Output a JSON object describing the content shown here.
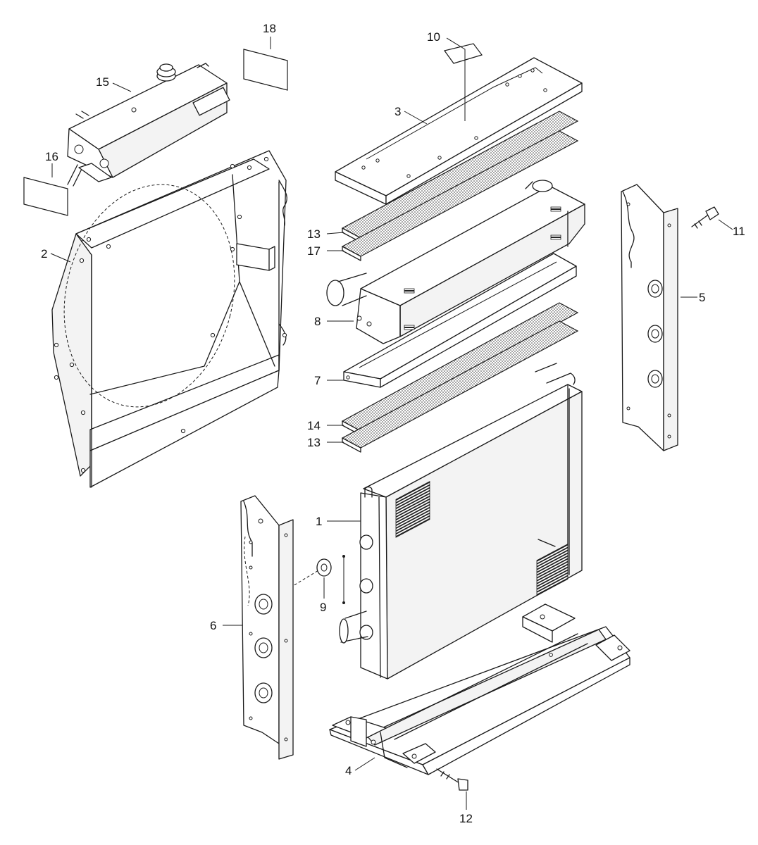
{
  "callouts": [
    {
      "id": "c1",
      "text": "1"
    },
    {
      "id": "c2",
      "text": "2"
    },
    {
      "id": "c3",
      "text": "3"
    },
    {
      "id": "c4",
      "text": "4"
    },
    {
      "id": "c5",
      "text": "5"
    },
    {
      "id": "c6",
      "text": "6"
    },
    {
      "id": "c7",
      "text": "7"
    },
    {
      "id": "c8",
      "text": "8"
    },
    {
      "id": "c9",
      "text": "9"
    },
    {
      "id": "c10",
      "text": "10"
    },
    {
      "id": "c11",
      "text": "11"
    },
    {
      "id": "c12",
      "text": "12"
    },
    {
      "id": "c13a",
      "text": "13"
    },
    {
      "id": "c13b",
      "text": "13"
    },
    {
      "id": "c14",
      "text": "14"
    },
    {
      "id": "c15",
      "text": "15"
    },
    {
      "id": "c16",
      "text": "16"
    },
    {
      "id": "c17",
      "text": "17"
    },
    {
      "id": "c18",
      "text": "18"
    }
  ]
}
